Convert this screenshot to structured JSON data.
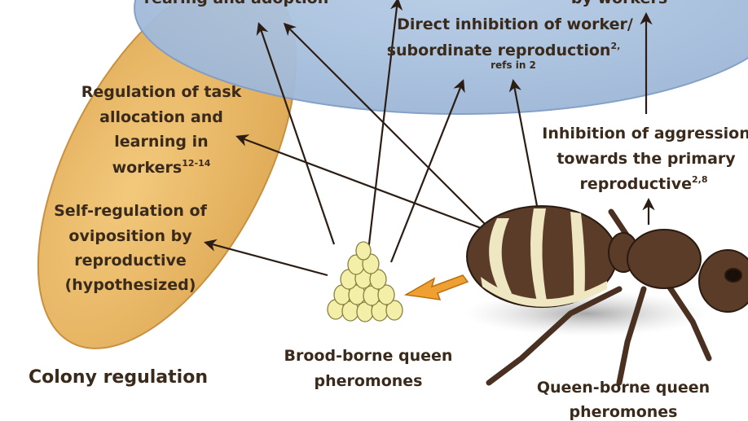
{
  "labels": {
    "top_left_partial": "rearing and adoption",
    "top_right_partial": "by workers",
    "direct_inhibition_l1": "Direct inhibition of worker/",
    "direct_inhibition_l2": "subordinate reproduction",
    "direct_inhibition_sup": "2,",
    "direct_inhibition_ref": "refs in 2",
    "task_l1": "Regulation of task",
    "task_l2": "allocation and",
    "task_l3": "learning in",
    "task_l4": "workers",
    "task_sup": "12-14",
    "self_l1": "Self-regulation of",
    "self_l2": "oviposition by",
    "self_l3": "reproductive",
    "self_l4": "(hypothesized)",
    "aggr_l1": "Inhibition of aggression",
    "aggr_l2": "towards the primary",
    "aggr_l3": "reproductive",
    "aggr_sup": "2,8",
    "colony": "Colony regulation",
    "brood_l1": "Brood-borne queen",
    "brood_l2": "pheromones",
    "queen_l1": "Queen-borne queen",
    "queen_l2": "pheromones"
  },
  "colors": {
    "gold_ellipse": "#e7b866",
    "blue_ellipse": "#a8c0de",
    "arrow": "#2b1d14",
    "orange_arrow": "#f0a030",
    "egg": "#f3efa8",
    "ant_body": "#5a3c28",
    "ant_stripe": "#efe6c2"
  }
}
